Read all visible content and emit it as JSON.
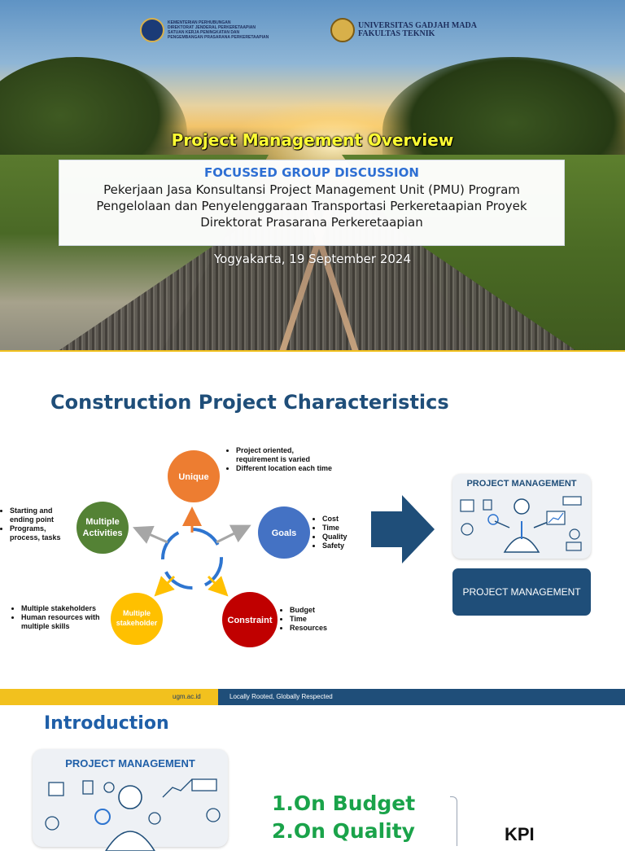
{
  "slide1": {
    "logo_left_text": [
      "KEMENTERIAN PERHUBUNGAN",
      "DIREKTORAT JENDERAL PERKERETAAPIAN",
      "SATUAN KERJA PENINGKATAN DAN",
      "PENGEMBANGAN PRASARANA PERKERETAAPIAN"
    ],
    "logo_right_line1": "UNIVERSITAS GADJAH MADA",
    "logo_right_line2": "FAKULTAS TEKNIK",
    "title": "Project Management Overview",
    "box_heading": "FOCUSSED GROUP DISCUSSION",
    "box_line1": "Pekerjaan Jasa Konsultansi Project Management Unit (PMU) Program",
    "box_line2": "Pengelolaan dan Penyelenggaraan Transportasi Perkeretaapian Proyek",
    "box_line3": "Direktorat Prasarana Perkeretaapian",
    "date": "Yogyakarta, 19 September 2024"
  },
  "slide2": {
    "title": "Construction Project Characteristics",
    "nodes": {
      "unique": {
        "label": "Unique",
        "color": "#ed7d31"
      },
      "goals": {
        "label": "Goals",
        "color": "#4472c4"
      },
      "constraint": {
        "label": "Constraint",
        "color": "#c00000"
      },
      "stakeholder": {
        "label_line1": "Multiple",
        "label_line2": "stakeholder",
        "color": "#ffc000"
      },
      "activities": {
        "label_line1": "Multiple",
        "label_line2": "Activities",
        "color": "#548235"
      }
    },
    "bullets_unique": [
      "Project oriented, requirement is varied",
      "Different location each time"
    ],
    "bullets_goals": [
      "Cost",
      "Time",
      "Quality",
      "Safety"
    ],
    "bullets_constraint": [
      "Budget",
      "Time",
      "Resources"
    ],
    "bullets_stakeholder": [
      "Multiple stakeholders",
      "Human resources with multiple skills"
    ],
    "bullets_activities": [
      "Starting and ending point",
      "Programs, process, tasks"
    ],
    "pm_card_title": "PROJECT MANAGEMENT",
    "pm_button": "PROJECT MANAGEMENT",
    "footer_url": "ugm.ac.id",
    "footer_tagline": "Locally Rooted, Globally Respected"
  },
  "slide3": {
    "title": "Introduction",
    "card_title": "PROJECT MANAGEMENT",
    "list": [
      "1.On Budget",
      "2.On Quality"
    ],
    "kpi": "KPI"
  }
}
